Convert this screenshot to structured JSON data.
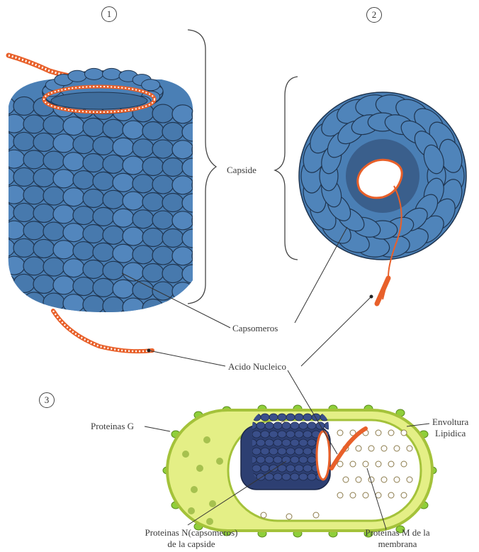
{
  "figure_numbers": [
    "1",
    "2",
    "3"
  ],
  "labels": {
    "capsid": "Capside",
    "capsomeres": "Capsomeros",
    "nucleic_acid": "Acido Nucleico",
    "proteins_g": "Proteinas G",
    "lipid_envelope_line1": "Envoltura",
    "lipid_envelope_line2": "Lipidica",
    "proteins_n_line1": "Proteinas N(capsomeros)",
    "proteins_n_line2": "de la capside",
    "proteins_m_line1": "Proteinas M de la",
    "proteins_m_line2": "membrana"
  },
  "colors": {
    "capsomere_blue": "#4a7fb5",
    "capsomere_outline": "#1f3550",
    "nucleic_acid_orange": "#e8602a",
    "envelope_yellow": "#e4ef86",
    "envelope_border": "#a4c23a",
    "protein_g_green": "#8fcf3a",
    "inner_capsid_dark": "#2d3f72"
  }
}
